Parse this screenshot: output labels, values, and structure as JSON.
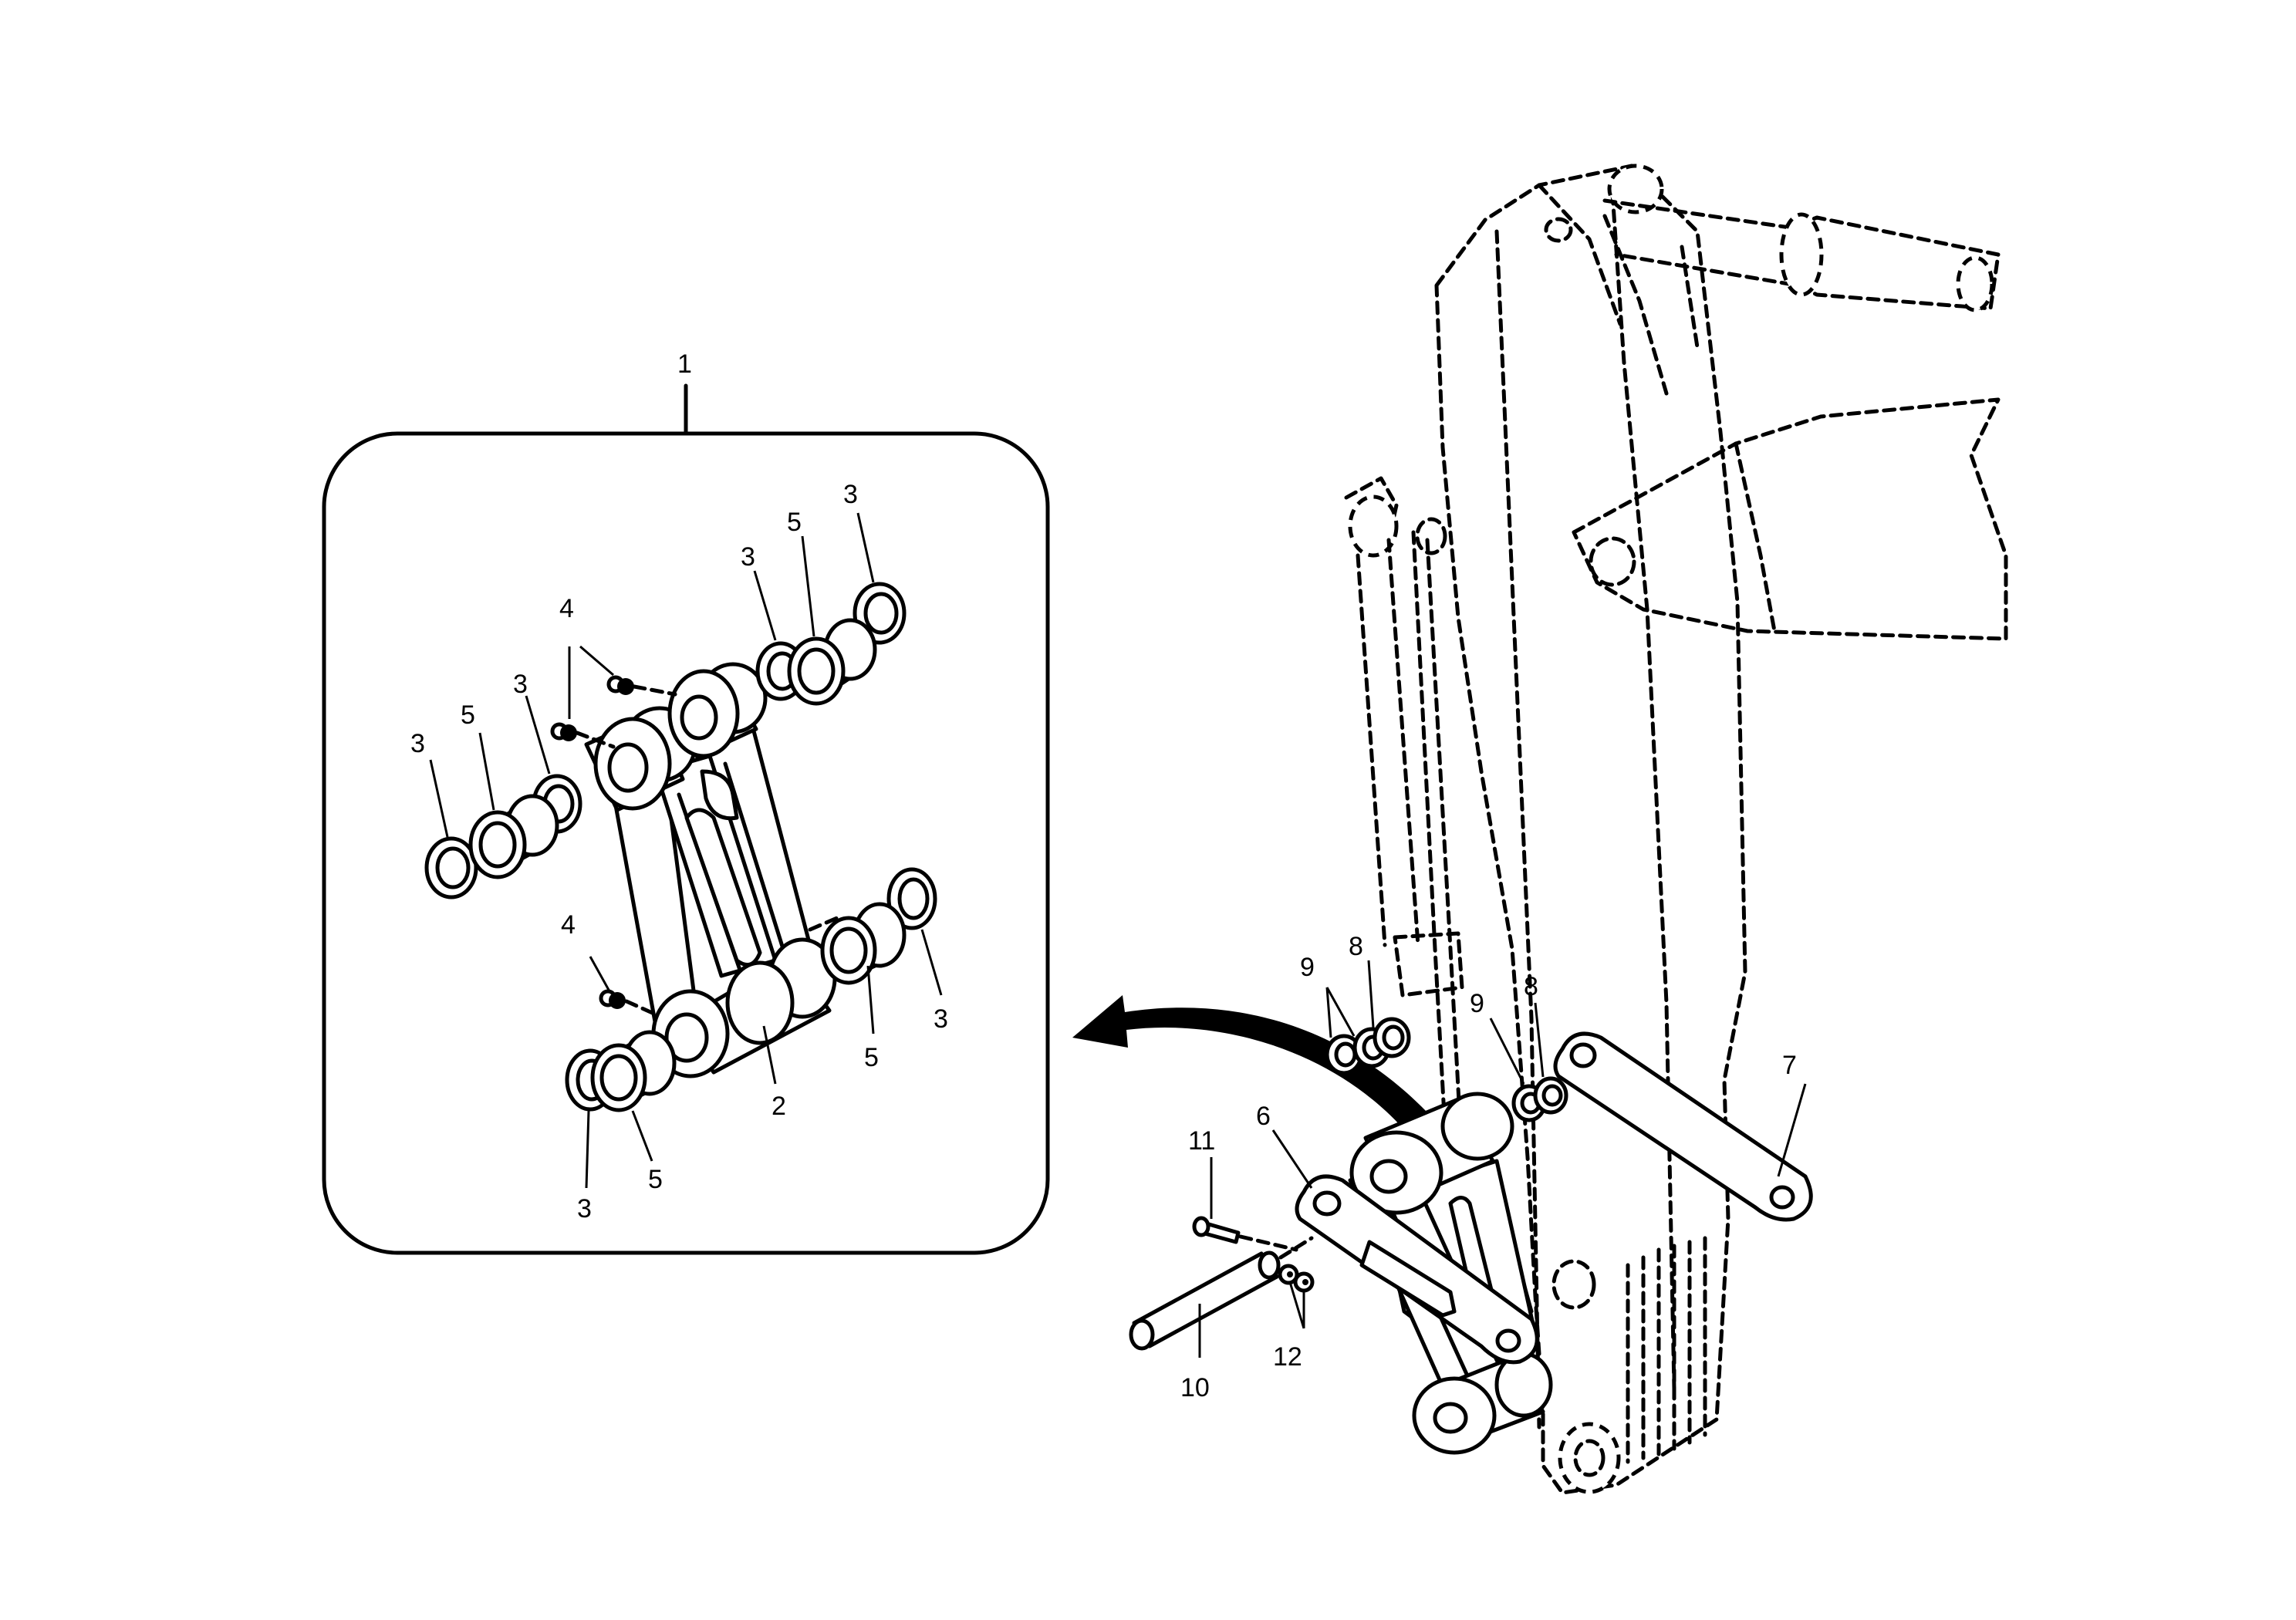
{
  "callouts": {
    "c1": "1",
    "c2": "2",
    "c3a": "3",
    "c3b": "3",
    "c3c": "3",
    "c3d": "3",
    "c3e": "3",
    "c3f": "3",
    "c4a": "4",
    "c4b": "4",
    "c5a": "5",
    "c5b": "5",
    "c5c": "5",
    "c5d": "5",
    "c6": "6",
    "c7": "7",
    "c8a": "8",
    "c8b": "8",
    "c9a": "9",
    "c9b": "9",
    "c10": "10",
    "c11": "11",
    "c12": "12"
  }
}
